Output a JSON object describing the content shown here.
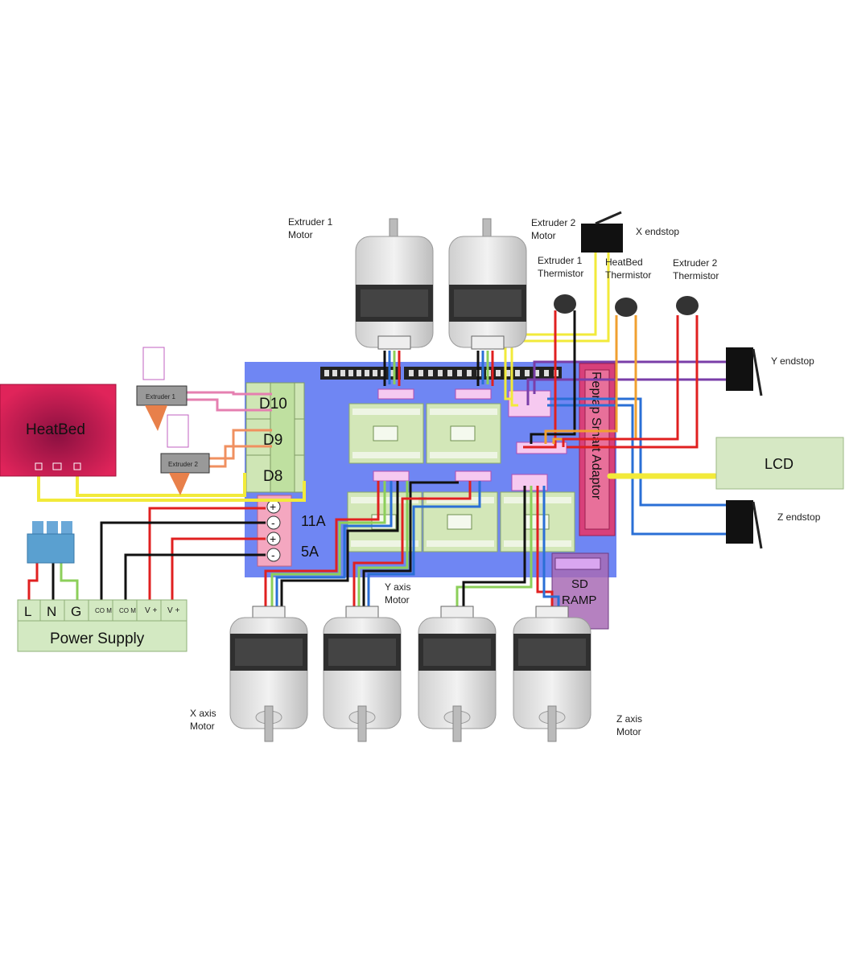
{
  "labels": {
    "heatbed": "HeatBed",
    "lcd": "LCD",
    "power_supply": "Power Supply",
    "ext1_motor": [
      "Extruder 1",
      "Motor"
    ],
    "ext2_motor": [
      "Extruder 2",
      "Motor"
    ],
    "x_endstop": "X endstop",
    "y_endstop": "Y endstop",
    "z_endstop": "Z endstop",
    "ext1_therm": [
      "Extruder 1",
      "Thermistor"
    ],
    "heatbed_therm": [
      "HeatBed",
      "Thermistor"
    ],
    "ext2_therm": [
      "Extruder 2",
      "Thermistor"
    ],
    "x_motor": [
      "X axis",
      "Motor"
    ],
    "y_motor": [
      "Y axis",
      "Motor"
    ],
    "z_motor": [
      "Z axis",
      "Motor"
    ],
    "extruder1_heater": "Extruder 1",
    "extruder2_heater": "Extruder 2",
    "d10": "D10",
    "d9": "D9",
    "d8": "D8",
    "amp11": "11A",
    "amp5": "5A",
    "adaptor": "Reprap Smart Adaptor",
    "sd_ramp": [
      "SD",
      "RAMP"
    ],
    "plus": "+",
    "minus": "-",
    "ps_terminals": [
      "L",
      "N",
      "G",
      "CO M",
      "CO M",
      "V +",
      "V +"
    ]
  },
  "colors": {
    "board": "#6f86f3",
    "heatbed": "#d81b50",
    "lcd_fill": "#d6e8c4",
    "ps_fill": "#d3e9c2",
    "adaptor": "#d8407a",
    "sd": "#a86bb5",
    "wire_red": "#e02020",
    "wire_black": "#111111",
    "wire_yellow": "#f2ea3a",
    "wire_blue": "#2a6fd6",
    "wire_green": "#8ccf5a",
    "wire_purple": "#7a3ea8",
    "wire_orange": "#f0a030"
  }
}
